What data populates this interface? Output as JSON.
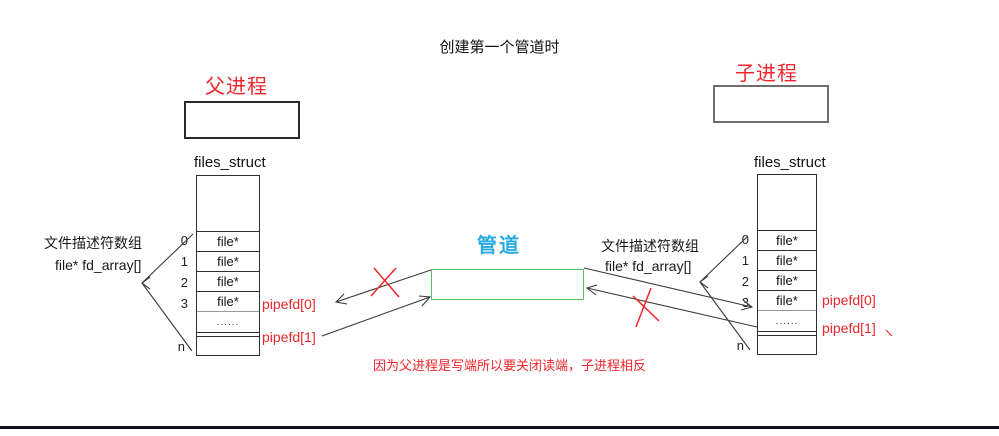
{
  "title": "创建第一个管道时",
  "pipe_label": "管道",
  "note": "因为父进程是写端所以要关闭读端，子进程相反",
  "parent": {
    "name": "父进程",
    "table_title": "files_struct",
    "fd_group_label": "文件描述符数组",
    "fd_array_label": "file* fd_array[]",
    "indices": [
      "0",
      "1",
      "2",
      "3"
    ],
    "last_index": "n",
    "cells": [
      "file*",
      "file*",
      "file*",
      "file*",
      "......"
    ],
    "pipefd0": "pipefd[0]",
    "pipefd1": "pipefd[1]"
  },
  "child": {
    "name": "子进程",
    "table_title": "files_struct",
    "fd_group_label": "文件描述符数组",
    "fd_array_label": "file* fd_array[]",
    "indices": [
      "0",
      "1",
      "2",
      "3"
    ],
    "last_index": "n",
    "cells": [
      "file*",
      "file*",
      "file*",
      "file*",
      "......"
    ],
    "pipefd0": "pipefd[0]",
    "pipefd1": "pipefd[1]"
  },
  "colors": {
    "accent_red": "#f0262c",
    "pipe_label_cyan": "#29abe2",
    "pipe_border_green": "#5abe64"
  }
}
